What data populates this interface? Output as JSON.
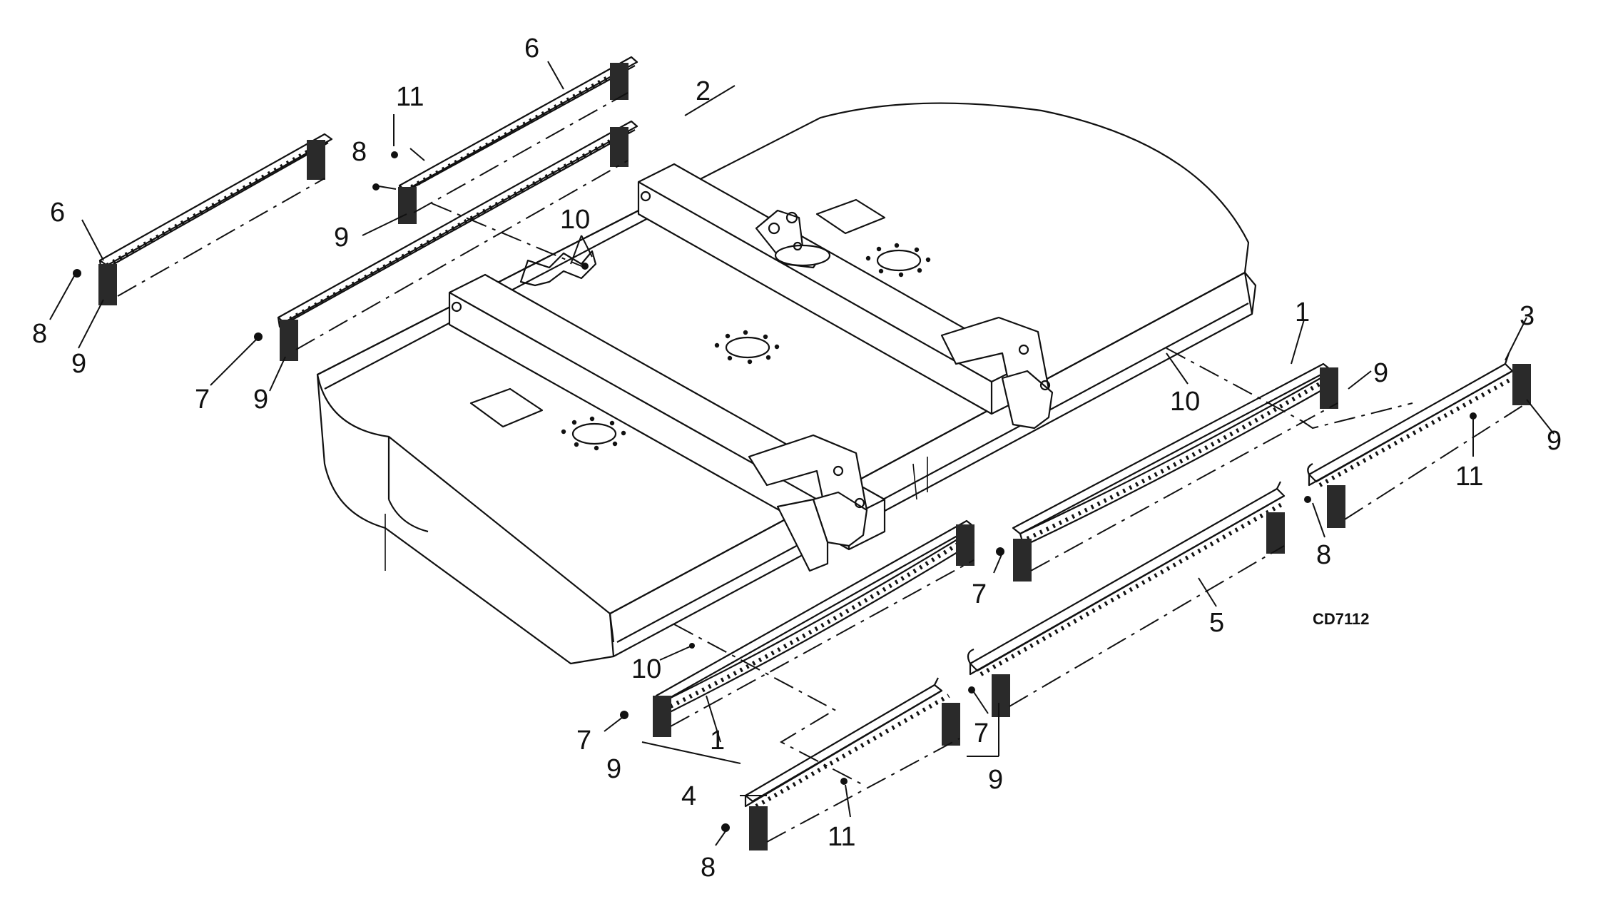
{
  "drawing": {
    "code": "CD7112",
    "callouts": {
      "c6a": "6",
      "c6b": "6",
      "c11a": "11",
      "c2": "2",
      "c8a": "8",
      "c8b": "8",
      "c9a": "9",
      "c9b": "9",
      "c10a": "10",
      "c7a": "7",
      "c9c": "9",
      "c1a": "1",
      "c3": "3",
      "c9d": "9",
      "c10b": "10",
      "c9e": "9",
      "c11b": "11",
      "c7b": "7",
      "c8c": "8",
      "c5": "5",
      "c10c": "10",
      "c7c": "7",
      "c1b": "1",
      "c9f": "9",
      "c7d": "7",
      "c4": "4",
      "c9g": "9",
      "c11c": "11",
      "c8d": "8"
    }
  }
}
